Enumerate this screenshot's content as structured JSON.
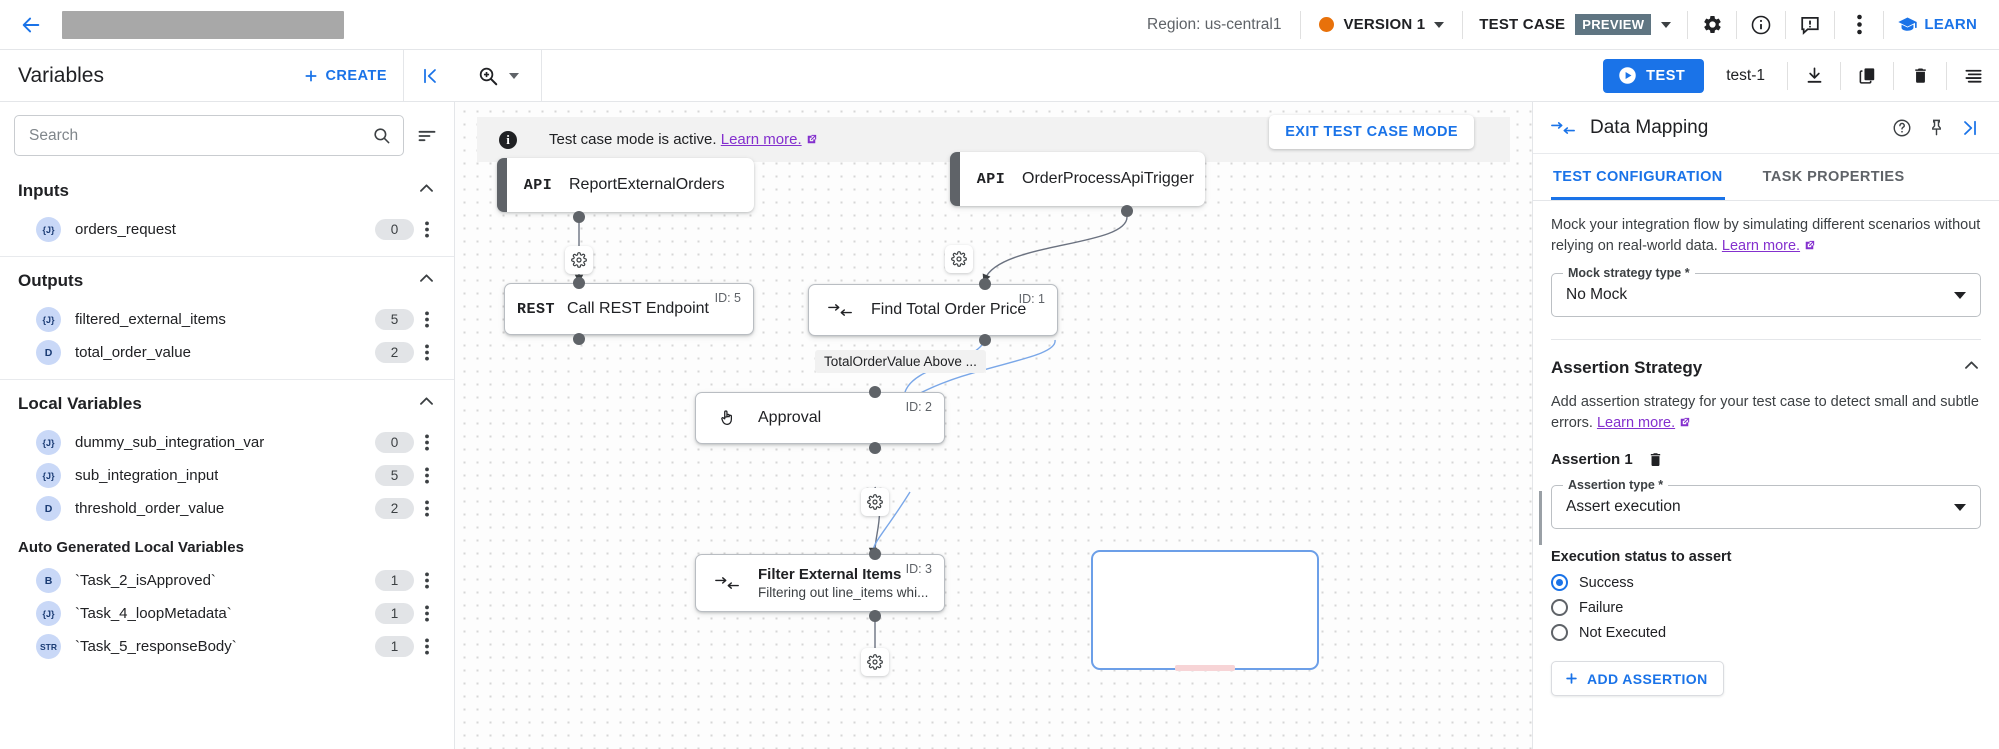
{
  "topbar": {
    "back_icon": "back-arrow-icon",
    "region_label": "Region: us-central1",
    "version_label": "VERSION 1",
    "version_dot_color": "#e8710a",
    "testcase_label": "TEST CASE",
    "preview_badge": "PREVIEW",
    "learn_label": "LEARN",
    "icons": [
      "gear-icon",
      "info-icon",
      "feedback-icon",
      "more-vert-icon"
    ]
  },
  "subbar": {
    "variables_title": "Variables",
    "create_label": "CREATE",
    "test_label": "TEST",
    "test_name": "test-1",
    "icons": [
      "download-icon",
      "duplicate-icon",
      "delete-icon",
      "list-icon"
    ]
  },
  "search": {
    "placeholder": "Search",
    "value": ""
  },
  "variables": {
    "sections": [
      {
        "title": "Inputs",
        "items": [
          {
            "type": "{J}",
            "name": "orders_request",
            "count": "0"
          }
        ]
      },
      {
        "title": "Outputs",
        "items": [
          {
            "type": "{J}",
            "name": "filtered_external_items",
            "count": "5"
          },
          {
            "type": "D",
            "name": "total_order_value",
            "count": "2"
          }
        ]
      },
      {
        "title": "Local Variables",
        "items": [
          {
            "type": "{J}",
            "name": "dummy_sub_integration_var",
            "count": "0"
          },
          {
            "type": "{J}",
            "name": "sub_integration_input",
            "count": "5"
          },
          {
            "type": "D",
            "name": "threshold_order_value",
            "count": "2"
          }
        ]
      }
    ],
    "auto_title": "Auto Generated Local Variables",
    "auto_items": [
      {
        "type": "B",
        "name": "`Task_2_isApproved`",
        "count": "1"
      },
      {
        "type": "{J}",
        "name": "`Task_4_loopMetadata`",
        "count": "1"
      },
      {
        "type": "STR",
        "name": "`Task_5_responseBody`",
        "count": "1"
      }
    ]
  },
  "canvas": {
    "banner_text": "Test case mode is active.",
    "banner_link": "Learn more.",
    "exit_label": "EXIT TEST CASE MODE",
    "edge_label": "TotalOrderValue Above ...",
    "nodes": [
      {
        "kind": "trigger",
        "icon": "API",
        "title": "ReportExternalOrders",
        "subtitle": "",
        "id": ""
      },
      {
        "kind": "trigger",
        "icon": "API",
        "title": "OrderProcessApiTrigger",
        "subtitle": "",
        "id": ""
      },
      {
        "kind": "task",
        "icon": "REST",
        "title": "Call REST Endpoint",
        "subtitle": "",
        "id": "ID: 5"
      },
      {
        "kind": "task",
        "icon": "mapping",
        "title": "Find Total Order Price",
        "subtitle": "",
        "id": "ID: 1"
      },
      {
        "kind": "task",
        "icon": "approval",
        "title": "Approval",
        "subtitle": "",
        "id": "ID: 2"
      },
      {
        "kind": "task",
        "icon": "mapping",
        "title": "Filter External Items",
        "subtitle": "Filtering out line_items whi...",
        "id": "ID: 3"
      }
    ]
  },
  "rightpanel": {
    "title": "Data Mapping",
    "tabs": [
      {
        "label": "TEST CONFIGURATION",
        "active": true
      },
      {
        "label": "TASK PROPERTIES",
        "active": false
      }
    ],
    "mock_desc": "Mock your integration flow by simulating different scenarios without relying on real-world data.",
    "mock_link": "Learn more.",
    "mock_field_label": "Mock strategy type *",
    "mock_field_value": "No Mock",
    "assertion_section_title": "Assertion Strategy",
    "assertion_desc": "Add assertion strategy for your test case to detect small and subtle errors.",
    "assertion_link": "Learn more.",
    "assertion_item_label": "Assertion 1",
    "assertion_type_label": "Assertion type *",
    "assertion_type_value": "Assert execution",
    "exec_status_label": "Execution status to assert",
    "radios": [
      {
        "label": "Success",
        "selected": true
      },
      {
        "label": "Failure",
        "selected": false
      },
      {
        "label": "Not Executed",
        "selected": false
      }
    ],
    "add_assertion_label": "ADD ASSERTION"
  },
  "colors": {
    "accent": "#1a73e8",
    "link": "#8430ce",
    "version": "#e8710a"
  }
}
